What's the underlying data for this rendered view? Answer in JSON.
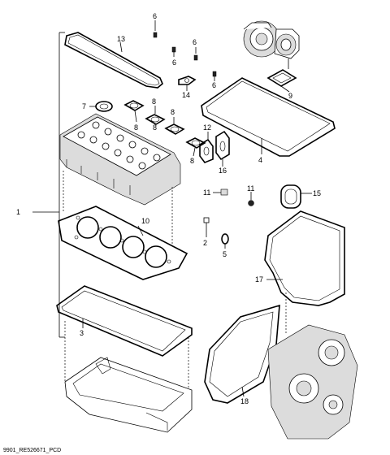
{
  "callouts": {
    "c1": "1",
    "c2": "2",
    "c3": "3",
    "c4": "4",
    "c5": "5",
    "c6a": "6",
    "c6b": "6",
    "c6c": "6",
    "c6d": "6",
    "c7": "7",
    "c8a": "8",
    "c8b": "8",
    "c8c": "8",
    "c8d": "8",
    "c8e": "8",
    "c9": "9",
    "c10": "10",
    "c11a": "11",
    "c11b": "11",
    "c12": "12",
    "c13": "13",
    "c14": "14",
    "c15": "15",
    "c16": "16",
    "c17": "17",
    "c18": "18"
  },
  "footer": {
    "code": "9901_RE526671_PCD"
  }
}
